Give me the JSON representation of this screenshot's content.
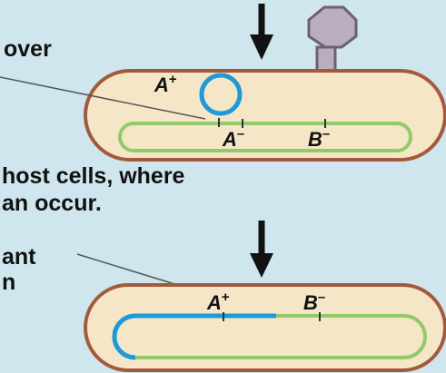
{
  "text_fragments": {
    "crossover_label": "over",
    "caption_line1": "host cells, where",
    "caption_line2": "an occur.",
    "recombinant_line1": "ant",
    "recombinant_line2": "n"
  },
  "genes": {
    "top_plasmid": {
      "letter": "A",
      "sign": "+"
    },
    "top_chromosome_a": {
      "letter": "A",
      "sign": "–"
    },
    "top_chromosome_b": {
      "letter": "B",
      "sign": "–"
    },
    "bottom_chromosome_a": {
      "letter": "A",
      "sign": "+"
    },
    "bottom_chromosome_b": {
      "letter": "B",
      "sign": "–"
    }
  },
  "colors": {
    "background": "#cfe6ee",
    "cell_wall": "#a35a3c",
    "cytoplasm": "#f6e6c8",
    "chromosome": "#93c96a",
    "donor_dna": "#1f9ad6",
    "phage": "#b8aebd",
    "arrow": "#111111"
  }
}
